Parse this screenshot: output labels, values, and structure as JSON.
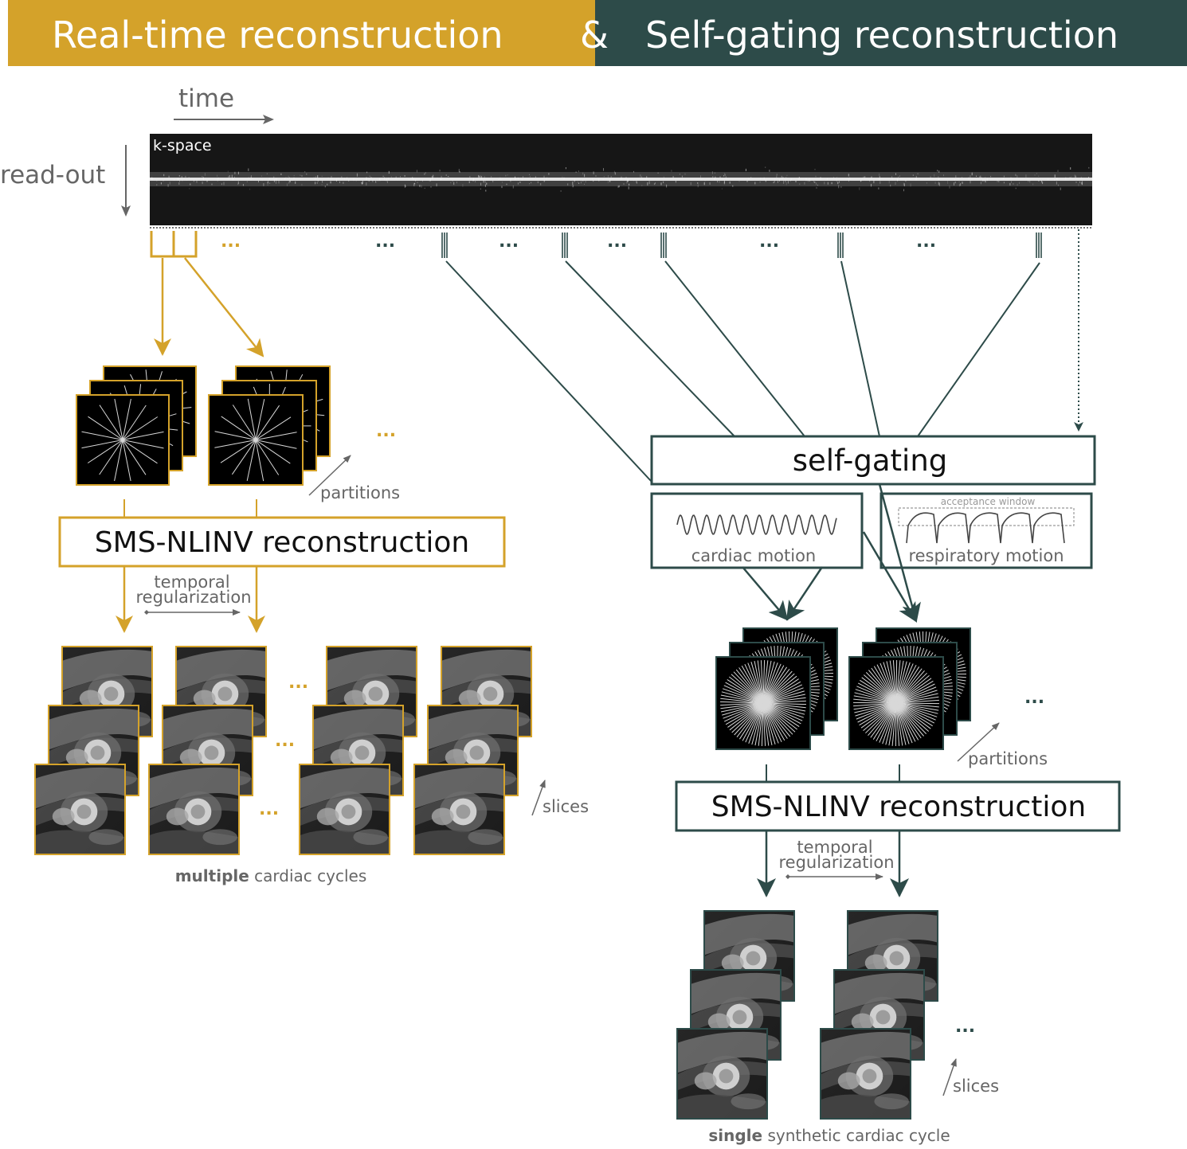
{
  "header": {
    "left_title": "Real-time reconstruction",
    "amp": "&",
    "right_title": "Self-gating reconstruction",
    "left_color": "#D4A22A",
    "right_color": "#2D4B49"
  },
  "axes": {
    "time": "time",
    "readout": "read-out",
    "kspace": "k-space"
  },
  "ellipsis": "...",
  "left": {
    "partitions": "partitions",
    "recon": "SMS-NLINV reconstruction",
    "temporal_line1": "temporal",
    "temporal_line2": "regularization",
    "slices": "slices",
    "caption_bold": "multiple",
    "caption_rest": " cardiac cycles"
  },
  "right": {
    "self_gating": "self-gating",
    "cardiac": "cardiac motion",
    "respiratory": "respiratory motion",
    "acceptance": "acceptance window",
    "partitions": "partitions",
    "recon": "SMS-NLINV reconstruction",
    "temporal_line1": "temporal",
    "temporal_line2": "regularization",
    "slices": "slices",
    "caption_bold": "single",
    "caption_rest": " synthetic cardiac cycle"
  },
  "colors": {
    "gold": "#D4A22A",
    "teal": "#2D4B49",
    "gray": "#666666"
  }
}
